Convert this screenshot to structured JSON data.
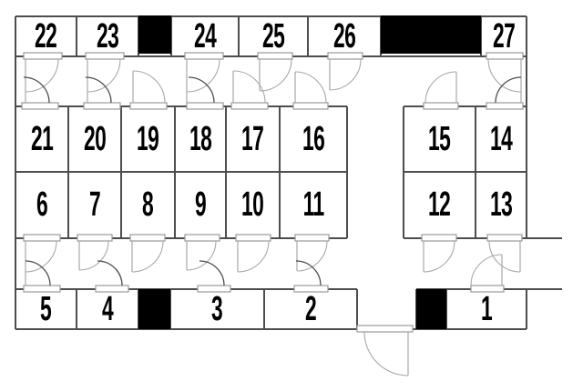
{
  "diagram": {
    "kind": "room-layout-floor-plan",
    "rooms": [
      {
        "id": "room-22",
        "label": "22"
      },
      {
        "id": "room-23",
        "label": "23"
      },
      {
        "id": "room-24",
        "label": "24"
      },
      {
        "id": "room-25",
        "label": "25"
      },
      {
        "id": "room-26",
        "label": "26"
      },
      {
        "id": "room-27",
        "label": "27"
      },
      {
        "id": "room-21",
        "label": "21"
      },
      {
        "id": "room-20",
        "label": "20"
      },
      {
        "id": "room-19",
        "label": "19"
      },
      {
        "id": "room-18",
        "label": "18"
      },
      {
        "id": "room-17",
        "label": "17"
      },
      {
        "id": "room-16",
        "label": "16"
      },
      {
        "id": "room-15",
        "label": "15"
      },
      {
        "id": "room-14",
        "label": "14"
      },
      {
        "id": "room-6",
        "label": "6"
      },
      {
        "id": "room-7",
        "label": "7"
      },
      {
        "id": "room-8",
        "label": "8"
      },
      {
        "id": "room-9",
        "label": "9"
      },
      {
        "id": "room-10",
        "label": "10"
      },
      {
        "id": "room-11",
        "label": "11"
      },
      {
        "id": "room-12",
        "label": "12"
      },
      {
        "id": "room-13",
        "label": "13"
      },
      {
        "id": "room-5",
        "label": "5"
      },
      {
        "id": "room-4",
        "label": "4"
      },
      {
        "id": "room-3",
        "label": "3"
      },
      {
        "id": "room-2",
        "label": "2"
      },
      {
        "id": "room-1",
        "label": "1"
      }
    ],
    "filled_blocks": [
      {
        "name": "filled-block-top-left"
      },
      {
        "name": "filled-block-top-right"
      },
      {
        "name": "filled-block-bottom-left"
      },
      {
        "name": "filled-block-bottom-right"
      }
    ],
    "doors": [
      {
        "name": "double-swing-door-22-21"
      },
      {
        "name": "double-swing-door-23-20"
      },
      {
        "name": "swing-door-19"
      },
      {
        "name": "double-swing-door-24-18"
      },
      {
        "name": "swing-door-25"
      },
      {
        "name": "swing-door-17"
      },
      {
        "name": "swing-door-16"
      },
      {
        "name": "swing-door-26"
      },
      {
        "name": "swing-door-15"
      },
      {
        "name": "double-swing-door-27-14"
      },
      {
        "name": "double-swing-door-6-5"
      },
      {
        "name": "double-swing-door-7-4"
      },
      {
        "name": "swing-door-8"
      },
      {
        "name": "double-swing-door-9-3"
      },
      {
        "name": "swing-door-10"
      },
      {
        "name": "double-swing-door-11-2"
      },
      {
        "name": "swing-door-12"
      },
      {
        "name": "swing-door-13"
      },
      {
        "name": "swing-door-1"
      },
      {
        "name": "exterior-swing-door-bottom"
      }
    ],
    "colors": {
      "background": "#ffffff",
      "wall": "#4d4d4d",
      "door_symbol": "#a8a8a8",
      "door_symbol_dark": "#4d4d4d",
      "filled_block": "#000000",
      "label_text": "#000000"
    }
  }
}
